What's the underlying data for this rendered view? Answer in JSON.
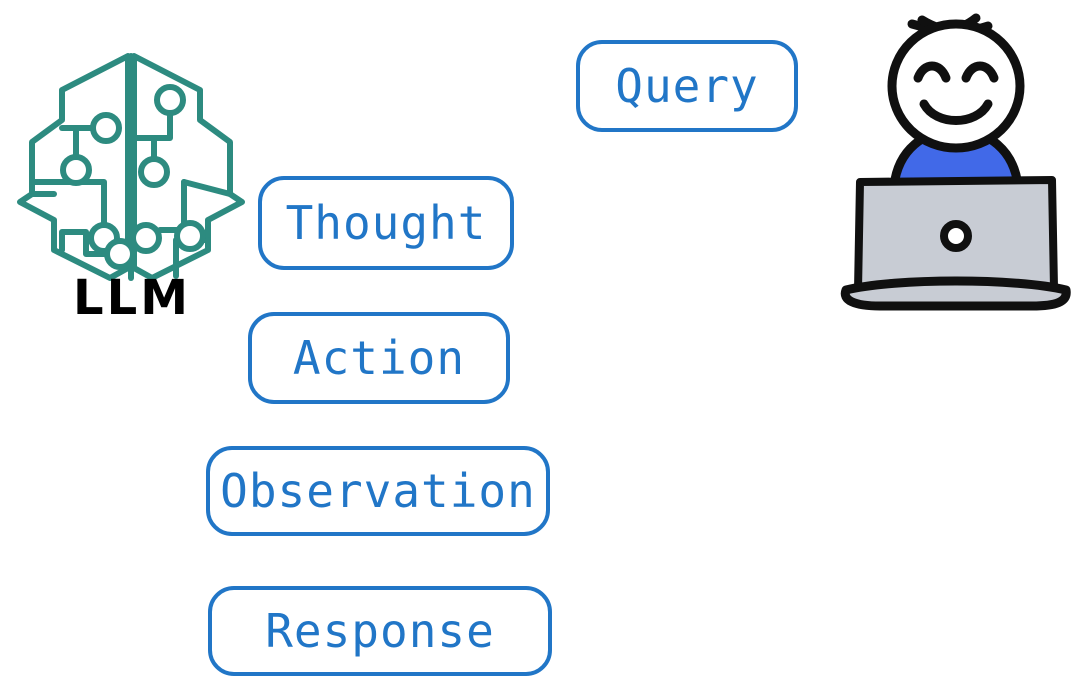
{
  "diagram": {
    "title": "ReAct agent loop diagram",
    "background_color": "#ffffff"
  },
  "colors": {
    "box_border": "#2176c7",
    "box_text": "#2176c7",
    "brain_teal": "#2d8b80",
    "label_black": "#000000",
    "shirt_blue": "#4169e8",
    "laptop_gray": "#c8ccd4",
    "outline_black": "#101010"
  },
  "llm": {
    "icon_name": "brain-circuit-icon",
    "label": "LLM"
  },
  "steps": [
    {
      "id": "thought",
      "label": "Thought"
    },
    {
      "id": "action",
      "label": "Action"
    },
    {
      "id": "observation",
      "label": "Observation"
    },
    {
      "id": "response",
      "label": "Response"
    }
  ],
  "query": {
    "label": "Query"
  },
  "user": {
    "icon_name": "person-at-laptop-icon",
    "face": "smiling",
    "shirt_color": "#4169e8",
    "laptop_color": "#c8ccd4"
  }
}
